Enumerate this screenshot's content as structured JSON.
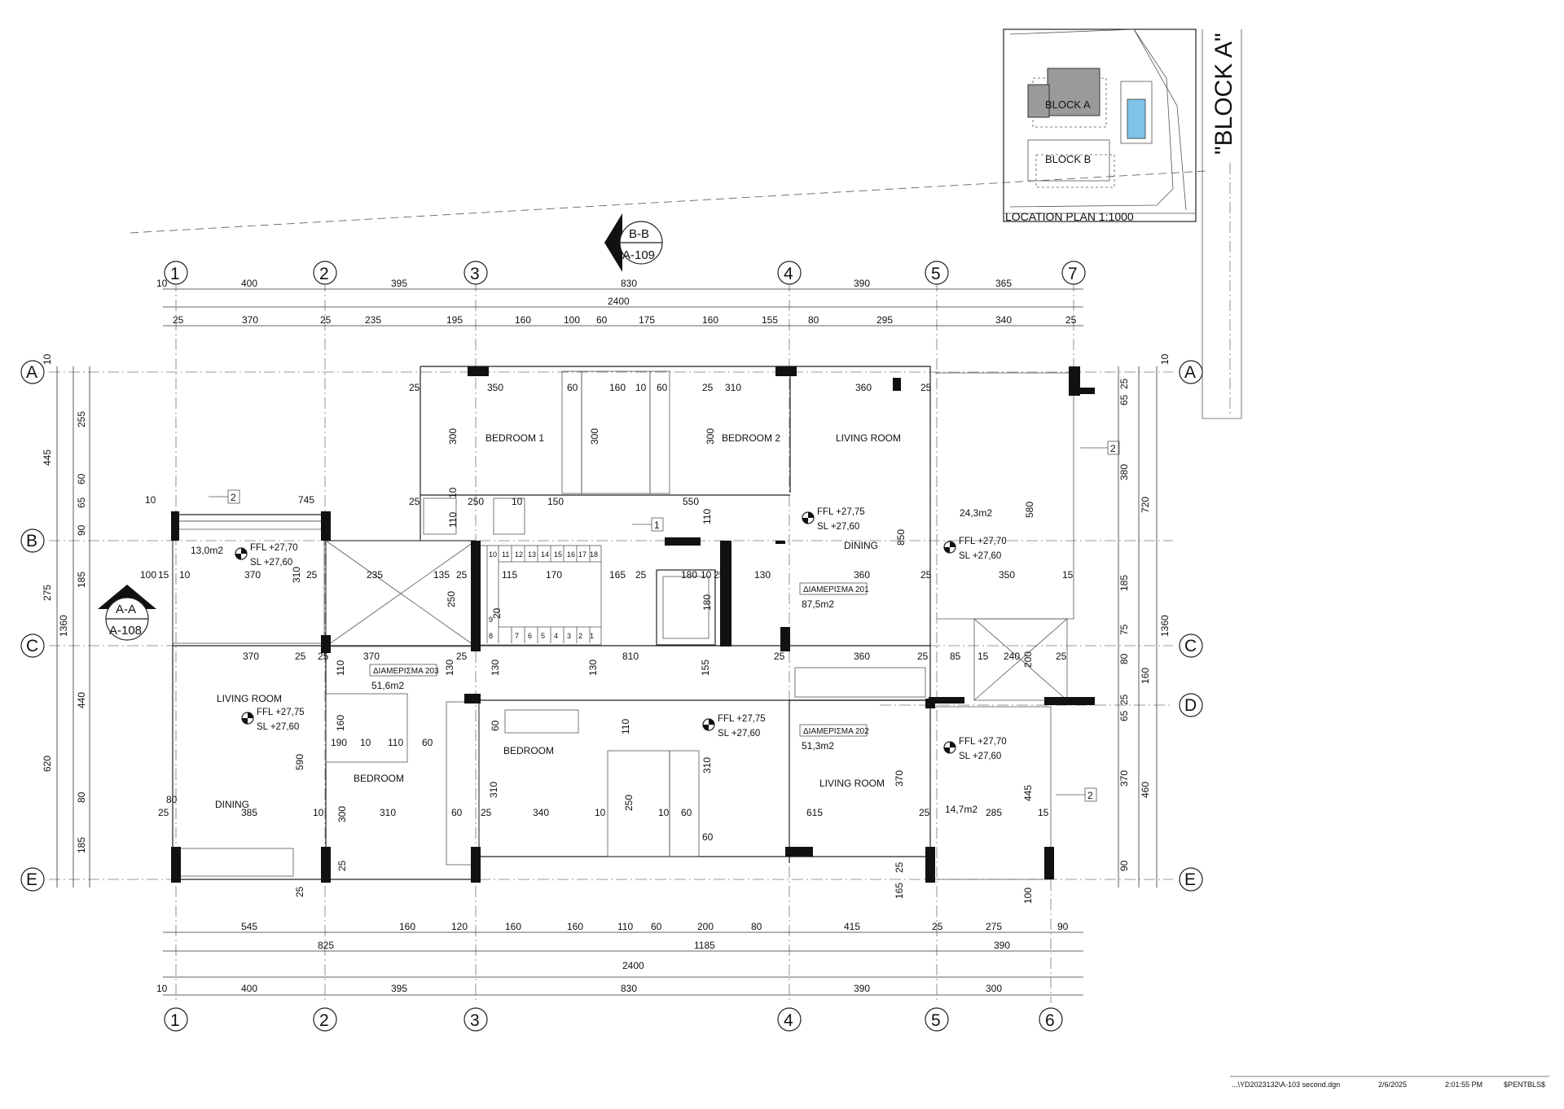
{
  "location_plan": {
    "title": "LOCATION PLAN 1:1000",
    "block_a": "BLOCK A",
    "block_b": "BLOCK B"
  },
  "block_title": "\"BLOCK A\"",
  "section_bb": {
    "top": "B-B",
    "bottom": "A-109"
  },
  "section_aa": {
    "top": "A-A",
    "bottom": "A-108"
  },
  "grid_top": [
    "1",
    "2",
    "3",
    "4",
    "5",
    "7"
  ],
  "grid_bottom": [
    "1",
    "2",
    "3",
    "4",
    "5",
    "6"
  ],
  "grid_rows": [
    "A",
    "B",
    "C",
    "D",
    "E"
  ],
  "dims_top_row1": [
    "10",
    "400",
    "395",
    "830",
    "390",
    "365"
  ],
  "dims_top_total": "2400",
  "dims_top_row2": [
    "25",
    "370",
    "25",
    "235",
    "195",
    "160",
    "100",
    "60",
    "175",
    "160",
    "155",
    "80",
    "295",
    "340",
    "25"
  ],
  "dims_bottom_row1": [
    "545",
    "160",
    "120",
    "160",
    "160",
    "110",
    "60",
    "200",
    "80",
    "415",
    "25",
    "275",
    "90"
  ],
  "dims_bottom_row2": [
    "825",
    "1185",
    "390"
  ],
  "dims_bottom_total": "2400",
  "dims_bottom_row3": [
    "10",
    "400",
    "395",
    "830",
    "390",
    "300"
  ],
  "dims_left_outer": [
    "10",
    "445",
    "1360",
    "620"
  ],
  "dims_left_inner": [
    "255",
    "60",
    "65",
    "90",
    "185",
    "275",
    "440",
    "80",
    "185"
  ],
  "dims_right_inner": [
    "25",
    "65",
    "380",
    "185",
    "75",
    "80",
    "25",
    "65",
    "370",
    "90"
  ],
  "dims_right_outer": [
    "10",
    "720",
    "1360",
    "160",
    "460"
  ],
  "rooms": {
    "bedroom1": "BEDROOM 1",
    "bedroom2": "BEDROOM 2",
    "living_top": "LIVING ROOM",
    "dining_top": "DINING",
    "living_left": "LIVING ROOM",
    "dining_left": "DINING",
    "bedroom_left": "BEDROOM",
    "bedroom_mid": "BEDROOM",
    "living_bottom": "LIVING ROOM"
  },
  "apartments": {
    "apt201_label": "ΔΙΑΜΕΡΙΣΜΑ 201",
    "apt201_area": "87,5m2",
    "apt202_label": "ΔΙΑΜΕΡΙΣΜΑ 202",
    "apt202_area": "51,3m2",
    "apt203_label": "ΔΙΑΜΕΡΙΣΜΑ 203",
    "apt203_area": "51,6m2"
  },
  "areas": {
    "veranda_left": "13,0m2",
    "veranda_top_right": "24,3m2",
    "veranda_bottom_right": "14,7m2"
  },
  "levels": {
    "ffl_775": "FFL +27,75",
    "ffl_770": "FFL +27,70",
    "sl": "SL   +27,60"
  },
  "tags": {
    "t1": "1",
    "t2": "2"
  },
  "interior_dims": {
    "d350": "350",
    "d60": "60",
    "d160": "160",
    "d10": "10",
    "d25": "25",
    "d310": "310",
    "d360": "360",
    "d300": "300",
    "d250": "250",
    "d150": "150",
    "d550": "550",
    "d110": "110",
    "d745": "745",
    "d370": "370",
    "d235": "235",
    "d135": "135",
    "d115": "115",
    "d170": "170",
    "d165": "165",
    "d180": "180",
    "d130": "130",
    "d810": "810",
    "d155": "155",
    "d850": "850",
    "d580": "580",
    "d85": "85",
    "d15": "15",
    "d2401": "240",
    "d200": "200",
    "d100": "100",
    "d190": "190",
    "d590": "590",
    "d385": "385",
    "d340": "340",
    "d615": "615",
    "d445": "445",
    "d285": "285",
    "d80": "80",
    "d20": "20"
  },
  "stair_steps": [
    "10",
    "11",
    "12",
    "13",
    "14",
    "15",
    "16",
    "17",
    "18",
    "9",
    "8",
    "7",
    "6",
    "5",
    "4",
    "3",
    "2",
    "1"
  ],
  "footer": {
    "file": "...\\YD2023132\\A-103 second.dgn",
    "date": "2/6/2025",
    "time": "2:01:55 PM",
    "user": "$PENTBLS$"
  }
}
